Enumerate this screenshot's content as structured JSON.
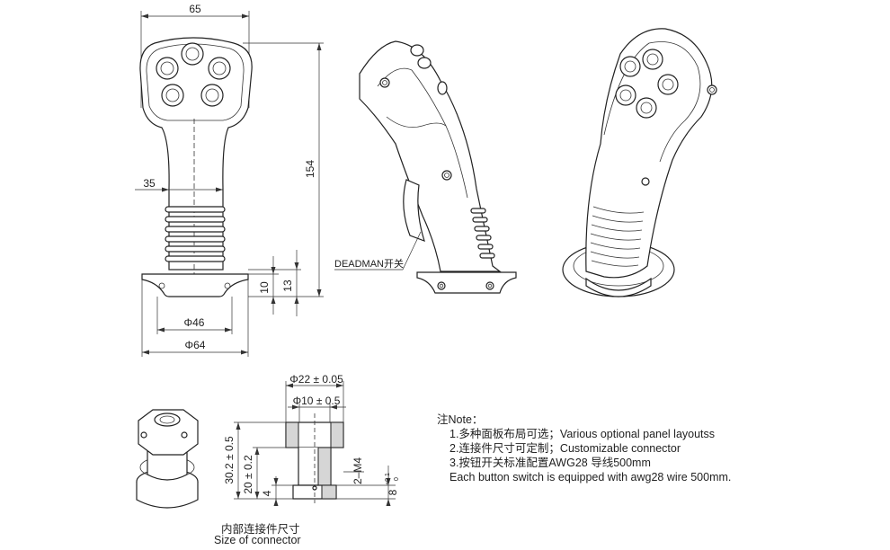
{
  "front_view": {
    "dim_width": "65",
    "dim_neck": "35",
    "dim_height": "154",
    "dim_base_10": "10",
    "dim_base_13": "13",
    "dim_phi46": "Φ46",
    "dim_phi64": "Φ64"
  },
  "side_view": {
    "deadman_label": "DEADMAN开关"
  },
  "connector": {
    "dim_phi22": "Φ22 ± 0.05",
    "dim_phi10": "Φ10 ± 0.5",
    "dim_30": "30.2 ± 0.5",
    "dim_20": "20 ± 0.2",
    "dim_4": "4",
    "dim_m4": "2–M4",
    "dim_8": "8",
    "dim_8_tol_upper": "+0.1",
    "dim_8_tol_lower": "0",
    "caption_cn": "内部连接件尺寸",
    "caption_en": "Size of connector"
  },
  "notes": {
    "title": "注Note：",
    "items": [
      "1.多种面板布局可选；Various optional panel layoutss",
      "2.连接件尺寸可定制；Customizable connector",
      "3.按钮开关标准配置AWG28 导线500mm"
    ],
    "extra": "Each button switch is equipped with awg28 wire 500mm."
  }
}
